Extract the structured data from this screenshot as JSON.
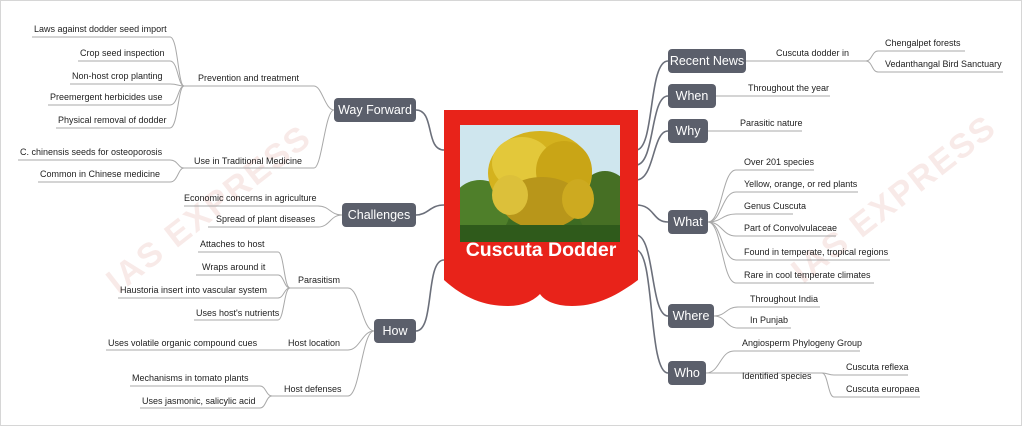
{
  "title": "Cuscuta Dodder",
  "watermark": "IAS EXPRESS",
  "colors": {
    "center": "#e8231a",
    "branch": "#5b5f6b",
    "line": "#6b6f7a",
    "leaf_line": "#b0b0b0"
  },
  "branches": {
    "recent_news": {
      "label": "Recent News",
      "sub": "Cuscuta dodder in",
      "items": [
        "Chengalpet forests",
        "Vedanthangal Bird Sanctuary"
      ]
    },
    "when": {
      "label": "When",
      "items": [
        "Throughout the year"
      ]
    },
    "why": {
      "label": "Why",
      "items": [
        "Parasitic nature"
      ]
    },
    "what": {
      "label": "What",
      "items": [
        "Over 201 species",
        "Yellow, orange, or red plants",
        "Genus Cuscuta",
        "Part of Convolvulaceae",
        "Found in temperate, tropical regions",
        "Rare in cool temperate climates"
      ]
    },
    "where": {
      "label": "Where",
      "items": [
        "Throughout India",
        "In Punjab"
      ]
    },
    "who": {
      "label": "Who",
      "items": [
        "Angiosperm Phylogeny Group"
      ],
      "sub": "Identified species",
      "species": [
        "Cuscuta reflexa",
        "Cuscuta europaea"
      ]
    },
    "way_forward": {
      "label": "Way Forward",
      "prevention": {
        "label": "Prevention and treatment",
        "items": [
          "Laws against dodder seed import",
          "Crop seed inspection",
          "Non-host crop planting",
          "Preemergent herbicides use",
          "Physical removal of dodder"
        ]
      },
      "traditional": {
        "label": "Use in Traditional Medicine",
        "items": [
          "C. chinensis seeds for osteoporosis",
          "Common in Chinese medicine"
        ]
      }
    },
    "challenges": {
      "label": "Challenges",
      "items": [
        "Economic concerns in agriculture",
        "Spread of plant diseases"
      ]
    },
    "how": {
      "label": "How",
      "parasitism": {
        "label": "Parasitism",
        "items": [
          "Attaches to host",
          "Wraps around it",
          "Haustoria insert into vascular system",
          "Uses host's nutrients"
        ]
      },
      "host_location": {
        "label": "Host location",
        "items": [
          "Uses volatile organic compound cues"
        ]
      },
      "host_defenses": {
        "label": "Host defenses",
        "items": [
          "Mechanisms in tomato plants",
          "Uses jasmonic, salicylic acid"
        ]
      }
    }
  }
}
